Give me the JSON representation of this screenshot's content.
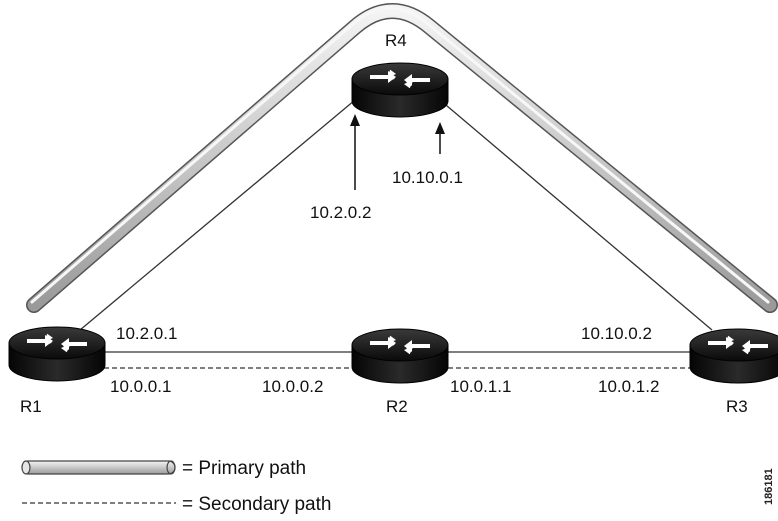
{
  "routers": {
    "r1": "R1",
    "r2": "R2",
    "r3": "R3",
    "r4": "R4"
  },
  "addresses": {
    "r1_top": "10.2.0.1",
    "r1_bottom": "10.0.0.1",
    "r2_left": "10.0.0.2",
    "r2_right": "10.0.1.1",
    "r3_top": "10.10.0.2",
    "r3_bottom": "10.0.1.2",
    "r4_left": "10.2.0.2",
    "r4_right": "10.10.0.1"
  },
  "legend": {
    "primary": "= Primary path",
    "secondary": "= Secondary path"
  },
  "figure_id": "186181",
  "colors": {
    "router_body": "#111111",
    "tube": "#cfcfcf",
    "line": "#333333"
  }
}
